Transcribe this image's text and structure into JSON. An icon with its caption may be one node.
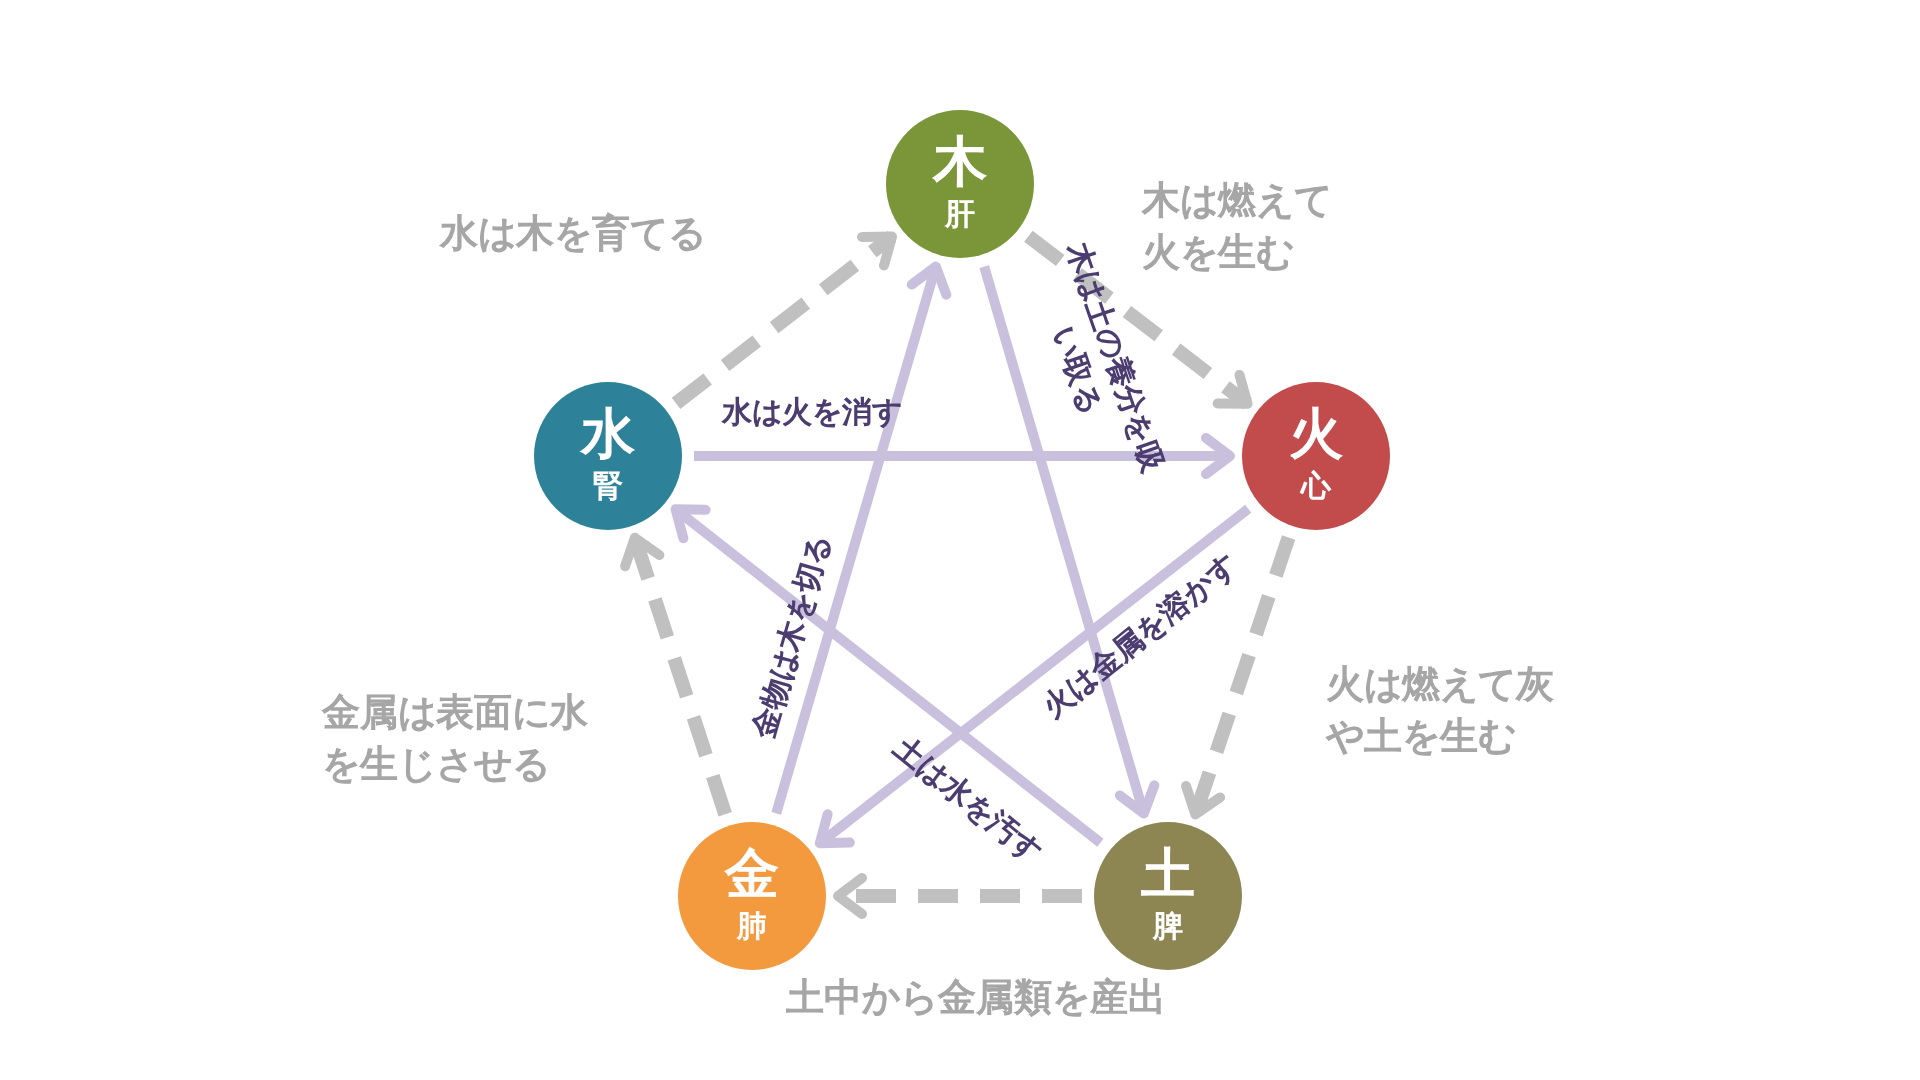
{
  "diagram": {
    "nodes": [
      {
        "text": [
          "木",
          "肝"
        ]
      },
      {
        "text": [
          "火",
          "心"
        ]
      },
      {
        "text": [
          "土",
          "脾"
        ]
      },
      {
        "text": [
          "金",
          "肺"
        ]
      },
      {
        "text": [
          "水",
          "腎"
        ]
      }
    ],
    "edges": [
      {
        "from": 4,
        "to": 0,
        "arrow": "to",
        "style": "dashed",
        "color": "#c0c0c0",
        "label": "水は木を育てる"
      },
      {
        "from": 0,
        "to": 1,
        "arrow": "to",
        "style": "dashed",
        "color": "#c0c0c0",
        "label": "木は燃えて火を生む"
      },
      {
        "from": 1,
        "to": 2,
        "arrow": "to",
        "style": "dashed",
        "color": "#c0c0c0",
        "label": "火は燃えて灰や土を生む"
      },
      {
        "from": 2,
        "to": 3,
        "arrow": "to",
        "style": "dashed",
        "color": "#c0c0c0",
        "label": "土中から金属類を産出"
      },
      {
        "from": 3,
        "to": 4,
        "arrow": "to",
        "style": "dashed",
        "color": "#c0c0c0",
        "label": "金属は表面に水を生じさせる"
      },
      {
        "from": 4,
        "to": 1,
        "arrow": "to",
        "color": "#c9c0dd",
        "label": "水は火を消す"
      },
      {
        "from": 0,
        "to": 2,
        "arrow": "to",
        "color": "#c9c0dd",
        "label": "木は土の養分を吸い取る"
      },
      {
        "from": 1,
        "to": 3,
        "arrow": "to",
        "color": "#c9c0dd",
        "label": "火は金属を溶かす"
      },
      {
        "from": 2,
        "to": 4,
        "arrow": "to",
        "color": "#c9c0dd",
        "label": "土は水を汚す"
      },
      {
        "from": 3,
        "to": 0,
        "arrow": "to",
        "color": "#c9c0dd",
        "label": "金物は木を切る"
      }
    ]
  }
}
